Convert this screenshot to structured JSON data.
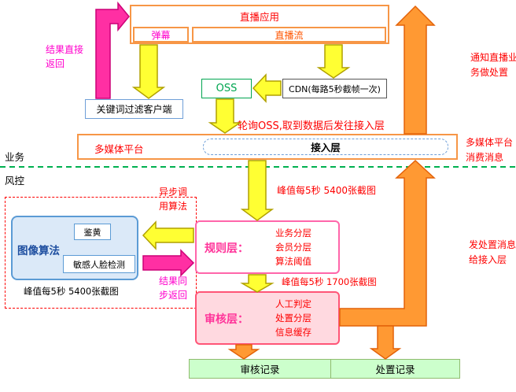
{
  "top": {
    "app": "直播应用",
    "danmaku": "弹幕",
    "stream": "直播流"
  },
  "left": {
    "result_return": "结果直接返回",
    "keyword_filter": "关键词过滤客户端"
  },
  "pipeline": {
    "oss": "OSS",
    "cdn": "CDN(每路5秒截帧一次)",
    "poll_note": "轮询OSS,取到数据后发往接入层",
    "platform": "多媒体平台",
    "access": "接入层"
  },
  "notes": {
    "notify": "通知直播业务做处置",
    "consume": "多媒体平台消费消息",
    "dispose": "发处置消息给接入层"
  },
  "zones": {
    "business": "业务",
    "risk": "风控"
  },
  "risk": {
    "peak_top": "峰值每5秒 5400张截图",
    "async_call": "异步调用算法",
    "image_algo": "图像算法",
    "porn": "鉴黄",
    "face": "敏感人脸检测",
    "peak_inner": "峰值每5秒 5400张截图",
    "sync_return": "结果同步返回",
    "rule_label": "规则层：",
    "rule_items": [
      "业务分层",
      "会员分层",
      "算法阈值"
    ],
    "peak_1700": "峰值每5秒 1700张截图",
    "review_label": "审核层：",
    "review_items": [
      "人工判定",
      "处置分层",
      "信息缓存"
    ]
  },
  "records": {
    "review": "审核记录",
    "dispose": "处置记录"
  },
  "colors": {
    "orange": "#f79646",
    "red": "#fe0000",
    "magenta": "#ff00cc",
    "yellow": "#ffff33",
    "green": "#00b050",
    "blue": "#5b9bd5",
    "arrow_orange": "#ff9933"
  }
}
